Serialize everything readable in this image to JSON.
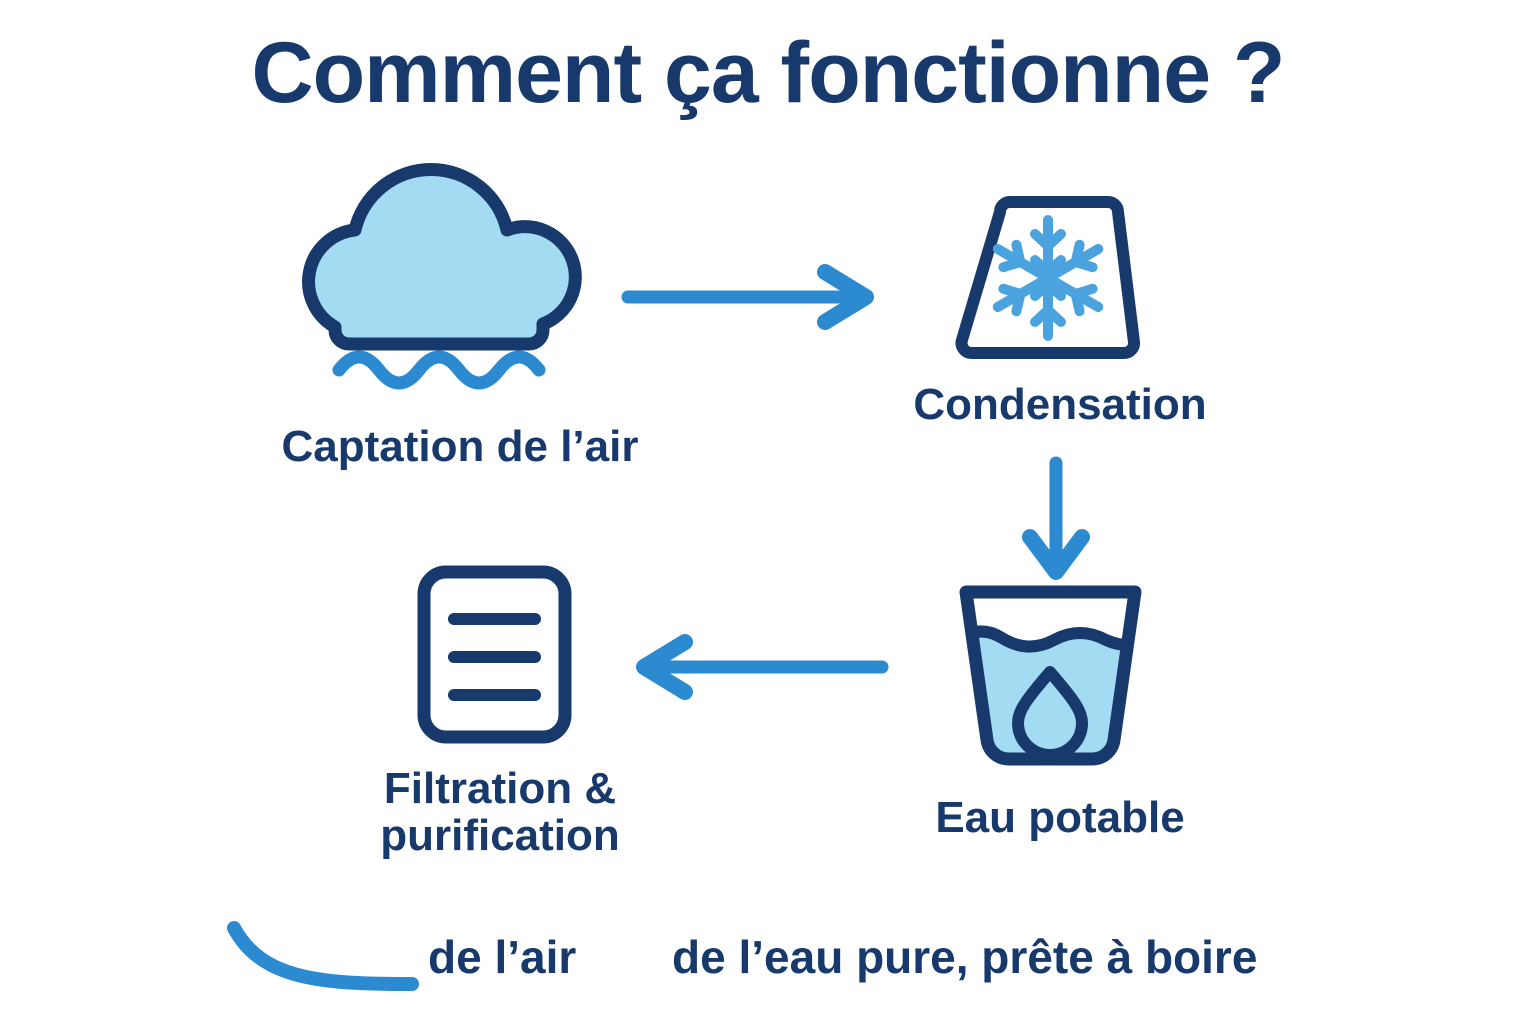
{
  "page": {
    "title": "Comment ça fonctionne ?",
    "background_color": "#FFFFFF"
  },
  "colors": {
    "navy": "#17396B",
    "accent_blue": "#2B8AD0",
    "light_blue_fill": "#A3DCF2",
    "white": "#FFFFFF"
  },
  "steps": [
    {
      "id": "captation",
      "label": "Captation de l’air",
      "icon": "cloud-icon"
    },
    {
      "id": "condensation",
      "label": "Condensation",
      "icon": "snowflake-trapezoid-icon"
    },
    {
      "id": "eau-potable",
      "label": "Eau potable",
      "icon": "water-glass-icon"
    },
    {
      "id": "filtration",
      "label": "Filtration &\npurification",
      "icon": "filter-document-icon"
    }
  ],
  "arrows": [
    {
      "id": "arrow-captation-to-condensation",
      "direction": "right"
    },
    {
      "id": "arrow-condensation-to-eau",
      "direction": "down"
    },
    {
      "id": "arrow-eau-to-filtration",
      "direction": "left"
    }
  ],
  "caption": {
    "swoosh_icon": "curved-line-icon",
    "left_text": "de l’air",
    "right_text": "de l’eau pure, prête à boire"
  }
}
